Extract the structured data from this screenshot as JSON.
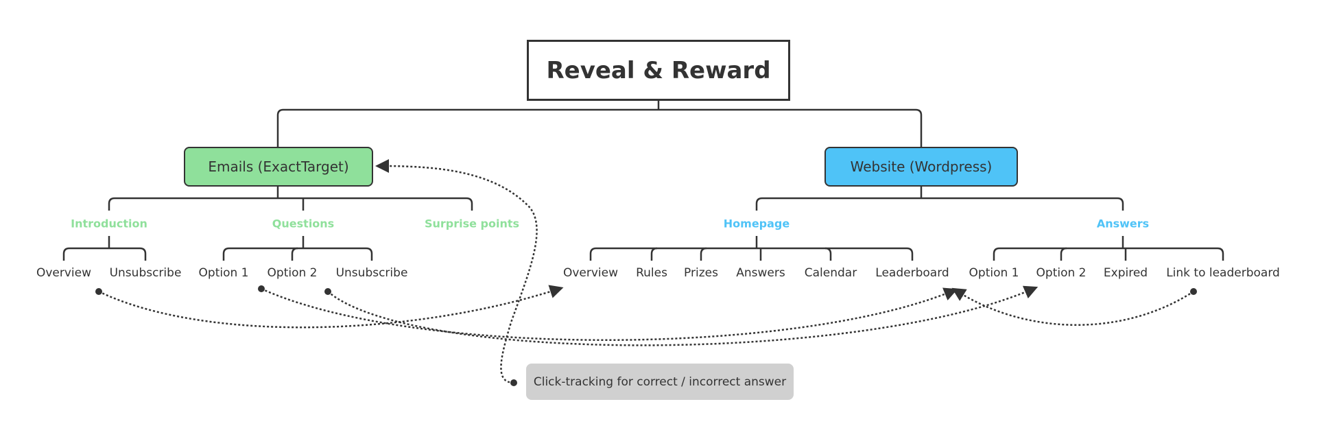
{
  "root": {
    "title": "Reveal & Reward"
  },
  "branches": {
    "emails": {
      "title": "Emails (ExactTarget)",
      "color": "#8fe09b",
      "groups": [
        {
          "label": "Introduction",
          "items": [
            "Overview",
            "Unsubscribe"
          ]
        },
        {
          "label": "Questions",
          "items": [
            "Option 1",
            "Option 2",
            "Unsubscribe"
          ]
        },
        {
          "label": "Surprise points",
          "items": []
        }
      ]
    },
    "website": {
      "title": "Website (Wordpress)",
      "color": "#4fc3f7",
      "groups": [
        {
          "label": "Homepage",
          "items": [
            "Overview",
            "Rules",
            "Prizes",
            "Answers",
            "Calendar",
            "Leaderboard"
          ]
        },
        {
          "label": "Answers",
          "items": [
            "Option 1",
            "Option 2",
            "Expired",
            "Link to leaderboard"
          ]
        }
      ]
    }
  },
  "note": {
    "text": "Click-tracking for correct / incorrect answer"
  }
}
